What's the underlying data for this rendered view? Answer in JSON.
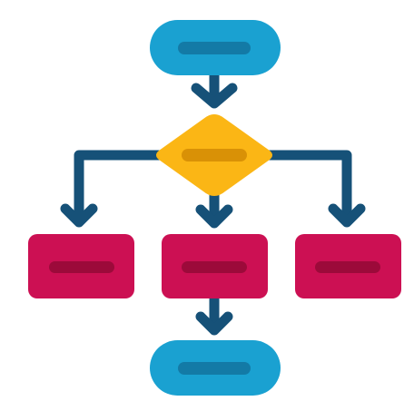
{
  "icon": {
    "name": "flowchart-icon",
    "nodes": [
      {
        "id": "start",
        "shape": "terminator",
        "text": ""
      },
      {
        "id": "decision",
        "shape": "decision",
        "text": ""
      },
      {
        "id": "process-left",
        "shape": "process",
        "text": ""
      },
      {
        "id": "process-center",
        "shape": "process",
        "text": ""
      },
      {
        "id": "process-right",
        "shape": "process",
        "text": ""
      },
      {
        "id": "end",
        "shape": "terminator",
        "text": ""
      }
    ],
    "edges": [
      {
        "from": "start",
        "to": "decision"
      },
      {
        "from": "decision",
        "to": "process-left"
      },
      {
        "from": "decision",
        "to": "process-center"
      },
      {
        "from": "decision",
        "to": "process-right"
      },
      {
        "from": "process-center",
        "to": "end"
      }
    ]
  },
  "colors": {
    "terminator": "#1aa1d1",
    "terminator_bar": "#137aa6",
    "decision": "#fbb615",
    "decision_bar": "#d99106",
    "process": "#cc1053",
    "process_bar": "#9c0a3a",
    "connector": "#165178"
  }
}
